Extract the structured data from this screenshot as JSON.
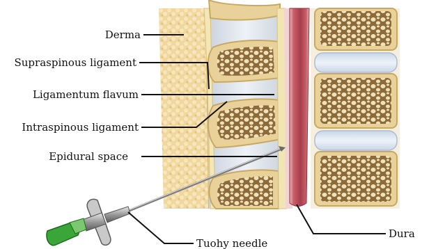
{
  "labels": {
    "derma": "Derma",
    "supraspinous": "Supraspinous ligament",
    "flavum": "Ligamentum flavum",
    "interspinous": "Intraspinous ligament",
    "epidural": "Epidural space",
    "tuohy": "Tuohy needle",
    "dura": "Dura"
  },
  "colors": {
    "skin": "#f1dca4",
    "bone": "#e9d79f",
    "bone_pattern": "#8d6a3a",
    "ligament_gray": "#d7dee8",
    "dura": "#b24a55",
    "disc": "#dde7f1",
    "needle_hub": "#3aa63a"
  }
}
